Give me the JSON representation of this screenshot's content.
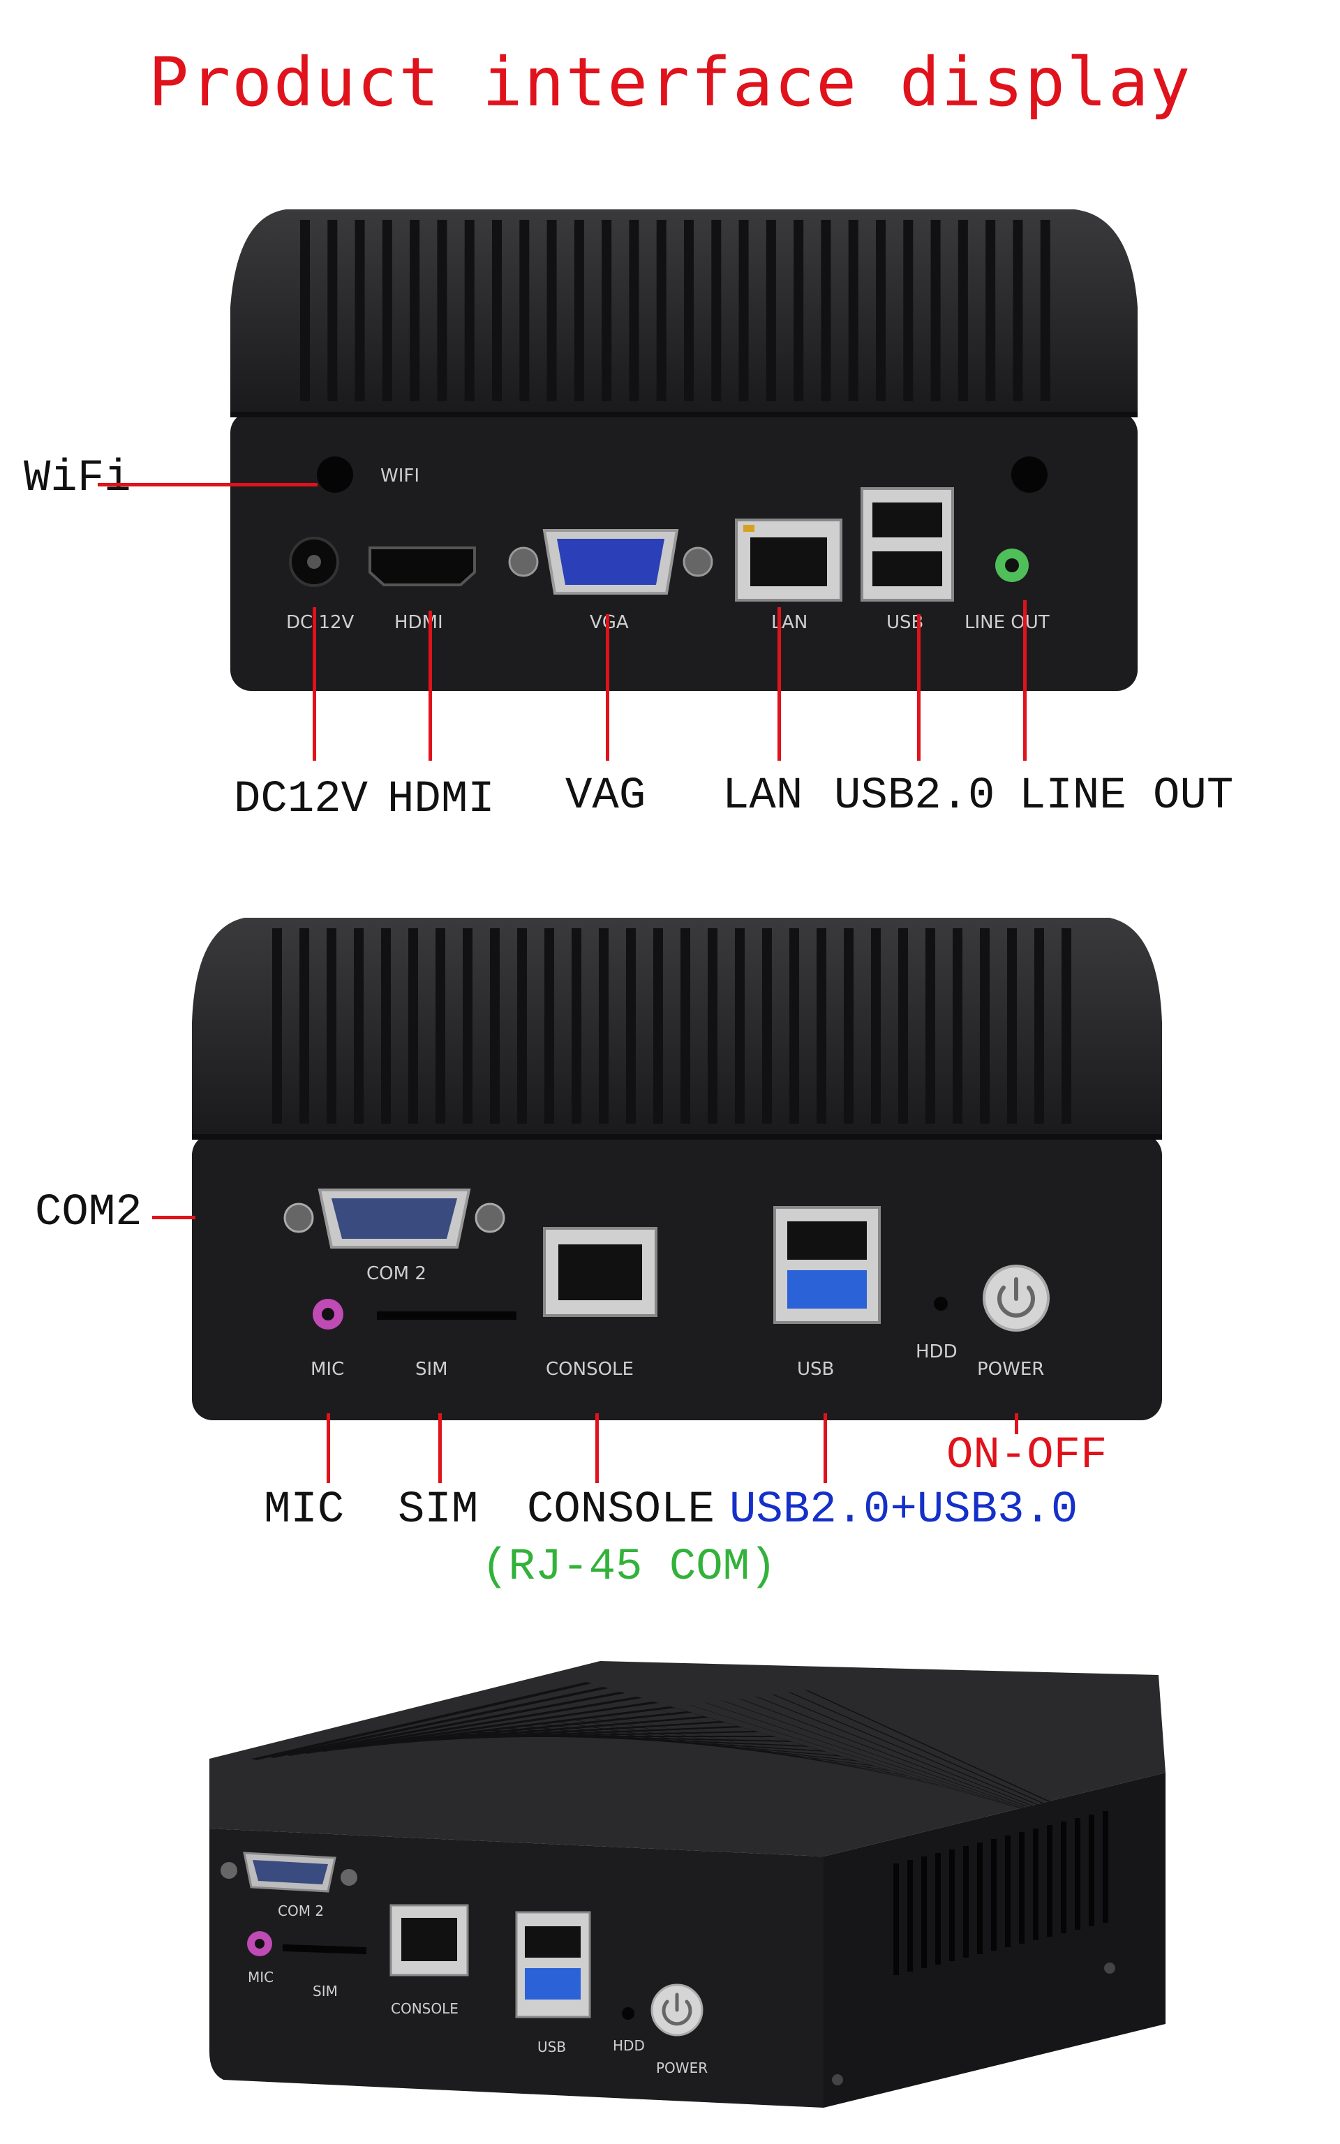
{
  "title": "Product interface display",
  "top_view": {
    "callouts": {
      "wifi": "WiFi",
      "dc12v": "DC12V",
      "hdmi": "HDMI",
      "vga": "VAG",
      "lan": "LAN",
      "usb": "USB2.0",
      "line_out": "LINE OUT"
    },
    "panel_labels": {
      "wifi": "WIFI",
      "dc12v": "DC 12V",
      "hdmi": "HDMI",
      "vga": "VGA",
      "lan": "LAN",
      "usb": "USB",
      "line_out": "LINE OUT"
    }
  },
  "middle_view": {
    "callouts": {
      "com2": "COM2",
      "mic": "MIC",
      "sim": "SIM",
      "console": "CONSOLE",
      "console_sub": "(RJ-45 COM)",
      "usb": "USB2.0+USB3.0",
      "power": "ON-OFF"
    },
    "panel_labels": {
      "com2": "COM 2",
      "mic": "MIC",
      "sim": "SIM",
      "console": "CONSOLE",
      "usb": "USB",
      "hdd": "HDD",
      "power": "POWER"
    }
  },
  "bottom_view": {
    "panel_labels": {
      "com2": "COM 2",
      "mic": "MIC",
      "sim": "SIM",
      "console": "CONSOLE",
      "usb": "USB",
      "hdd": "HDD",
      "power": "POWER"
    }
  },
  "colors": {
    "title": "#e0121b",
    "leader_lines": "#e0121b",
    "usb_callout": "#1530c8",
    "console_sub": "#32b23a",
    "case": "#1c1c1e"
  }
}
